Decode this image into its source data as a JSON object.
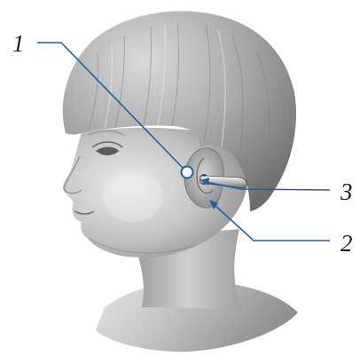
{
  "figure": {
    "subject": "child-head-profile",
    "colors": {
      "leader_line": "#1f5ea8",
      "label_text": "#1a1a1a",
      "skin_mid": "#b8b8b8",
      "hair_mid": "#a9a9a9"
    },
    "callouts": [
      {
        "number": "1",
        "target": "point-marker"
      },
      {
        "number": "2",
        "target": "ear-lobe"
      },
      {
        "number": "3",
        "target": "otoscope-tip"
      }
    ]
  }
}
